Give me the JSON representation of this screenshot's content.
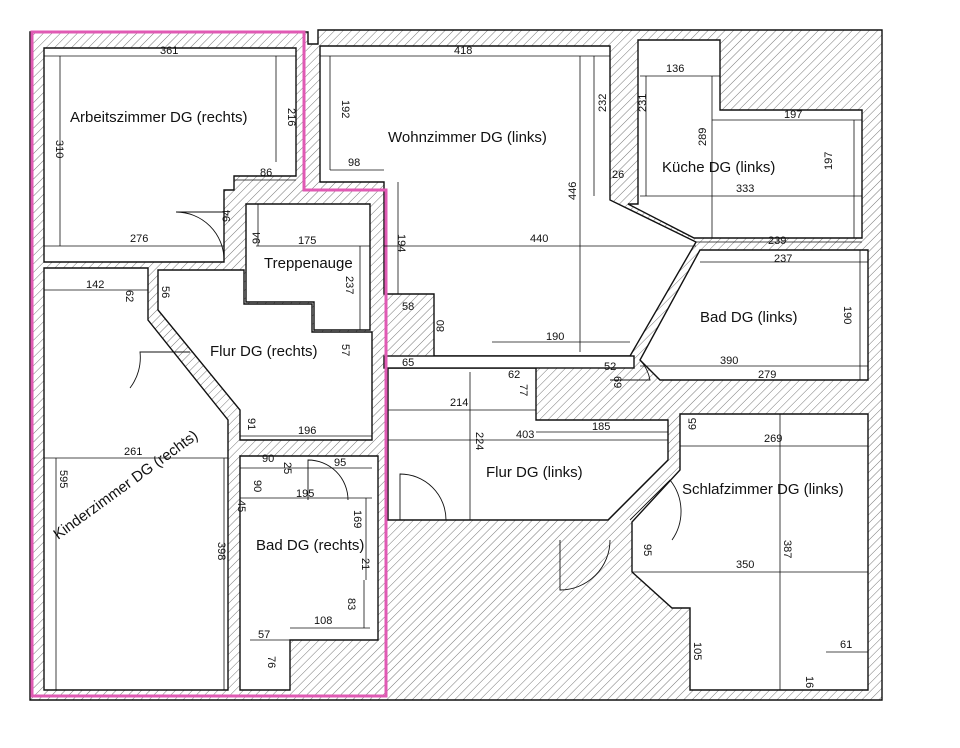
{
  "accent_color": "#e05ab4",
  "rooms": {
    "arbeitszimmer": "Arbeitszimmer DG (rechts)",
    "wohnzimmer": "Wohnzimmer DG (links)",
    "kueche": "Küche DG (links)",
    "treppenauge": "Treppenauge",
    "flur_rechts": "Flur DG (rechts)",
    "bad_links": "Bad DG (links)",
    "kinderzimmer": "Kinderzimmer DG (rechts)",
    "flur_links": "Flur DG (links)",
    "schlafzimmer": "Schlafzimmer DG (links)",
    "bad_rechts": "Bad DG (rechts)"
  },
  "dims": {
    "d361": "361",
    "d418": "418",
    "d136": "136",
    "d216": "216",
    "d310": "310",
    "d192": "192",
    "d232": "232",
    "d231": "231",
    "d289": "289",
    "d197a": "197",
    "d197b": "197",
    "d333": "333",
    "d26": "26",
    "d86": "86",
    "d98": "98",
    "d446": "446",
    "d94a": "94",
    "d94b": "94",
    "d175": "175",
    "d276": "276",
    "d194": "194",
    "d440": "440",
    "d239": "239",
    "d237a": "237",
    "d237b": "237",
    "d142": "142",
    "d62": "62",
    "d56": "56",
    "d58": "58",
    "d80": "80",
    "d190a": "190",
    "d190b": "190",
    "d57a": "57",
    "d65a": "65",
    "d52": "52",
    "d69": "69",
    "d390": "390",
    "d279": "279",
    "d62b": "62",
    "d77": "77",
    "d214": "214",
    "d91": "91",
    "d196": "196",
    "d185": "185",
    "d403": "403",
    "d65b": "65",
    "d269": "269",
    "d261": "261",
    "d90a": "90",
    "d25": "25",
    "d95a": "95",
    "d224": "224",
    "d90b": "90",
    "d195": "195",
    "d595": "595",
    "d45": "45",
    "d169": "169",
    "d95b": "95",
    "d387": "387",
    "d350": "350",
    "d398": "398",
    "d21": "21",
    "d83": "83",
    "d108": "108",
    "d57b": "57",
    "d76": "76",
    "d105": "105",
    "d61": "61",
    "d16": "16"
  }
}
